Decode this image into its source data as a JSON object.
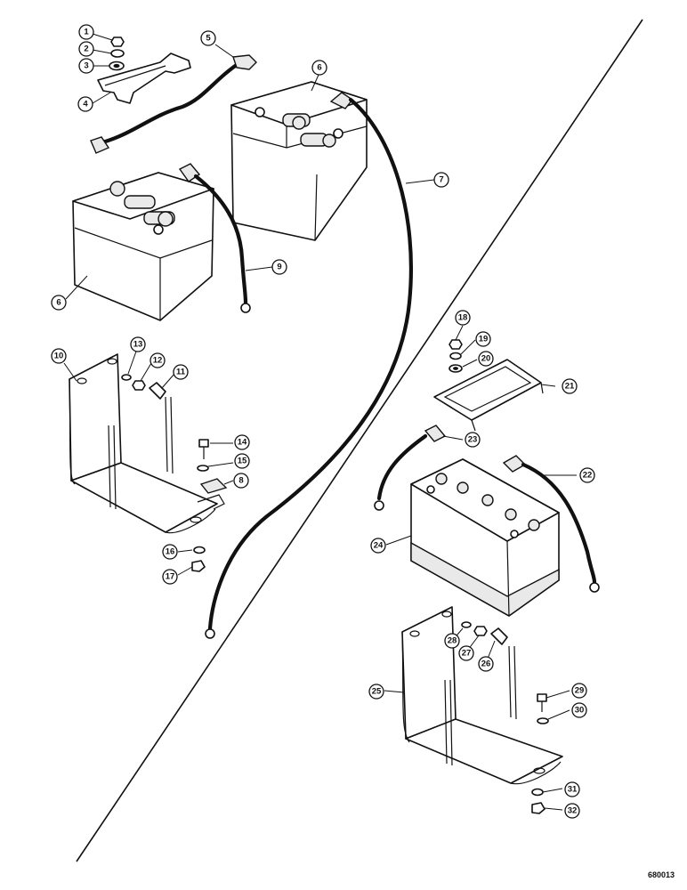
{
  "callouts": {
    "c1": "1",
    "c2": "2",
    "c3": "3",
    "c4": "4",
    "c5": "5",
    "c6a": "6",
    "c6b": "6",
    "c7": "7",
    "c8": "8",
    "c9": "9",
    "c10": "10",
    "c11": "11",
    "c12": "12",
    "c13": "13",
    "c14": "14",
    "c15": "15",
    "c16": "16",
    "c17": "17",
    "c18": "18",
    "c19": "19",
    "c20": "20",
    "c21": "21",
    "c22": "22",
    "c23": "23",
    "c24": "24",
    "c25": "25",
    "c26": "26",
    "c27": "27",
    "c28": "28",
    "c29": "29",
    "c30": "30",
    "c31": "31",
    "c32": "32"
  },
  "reference_code": "680013"
}
